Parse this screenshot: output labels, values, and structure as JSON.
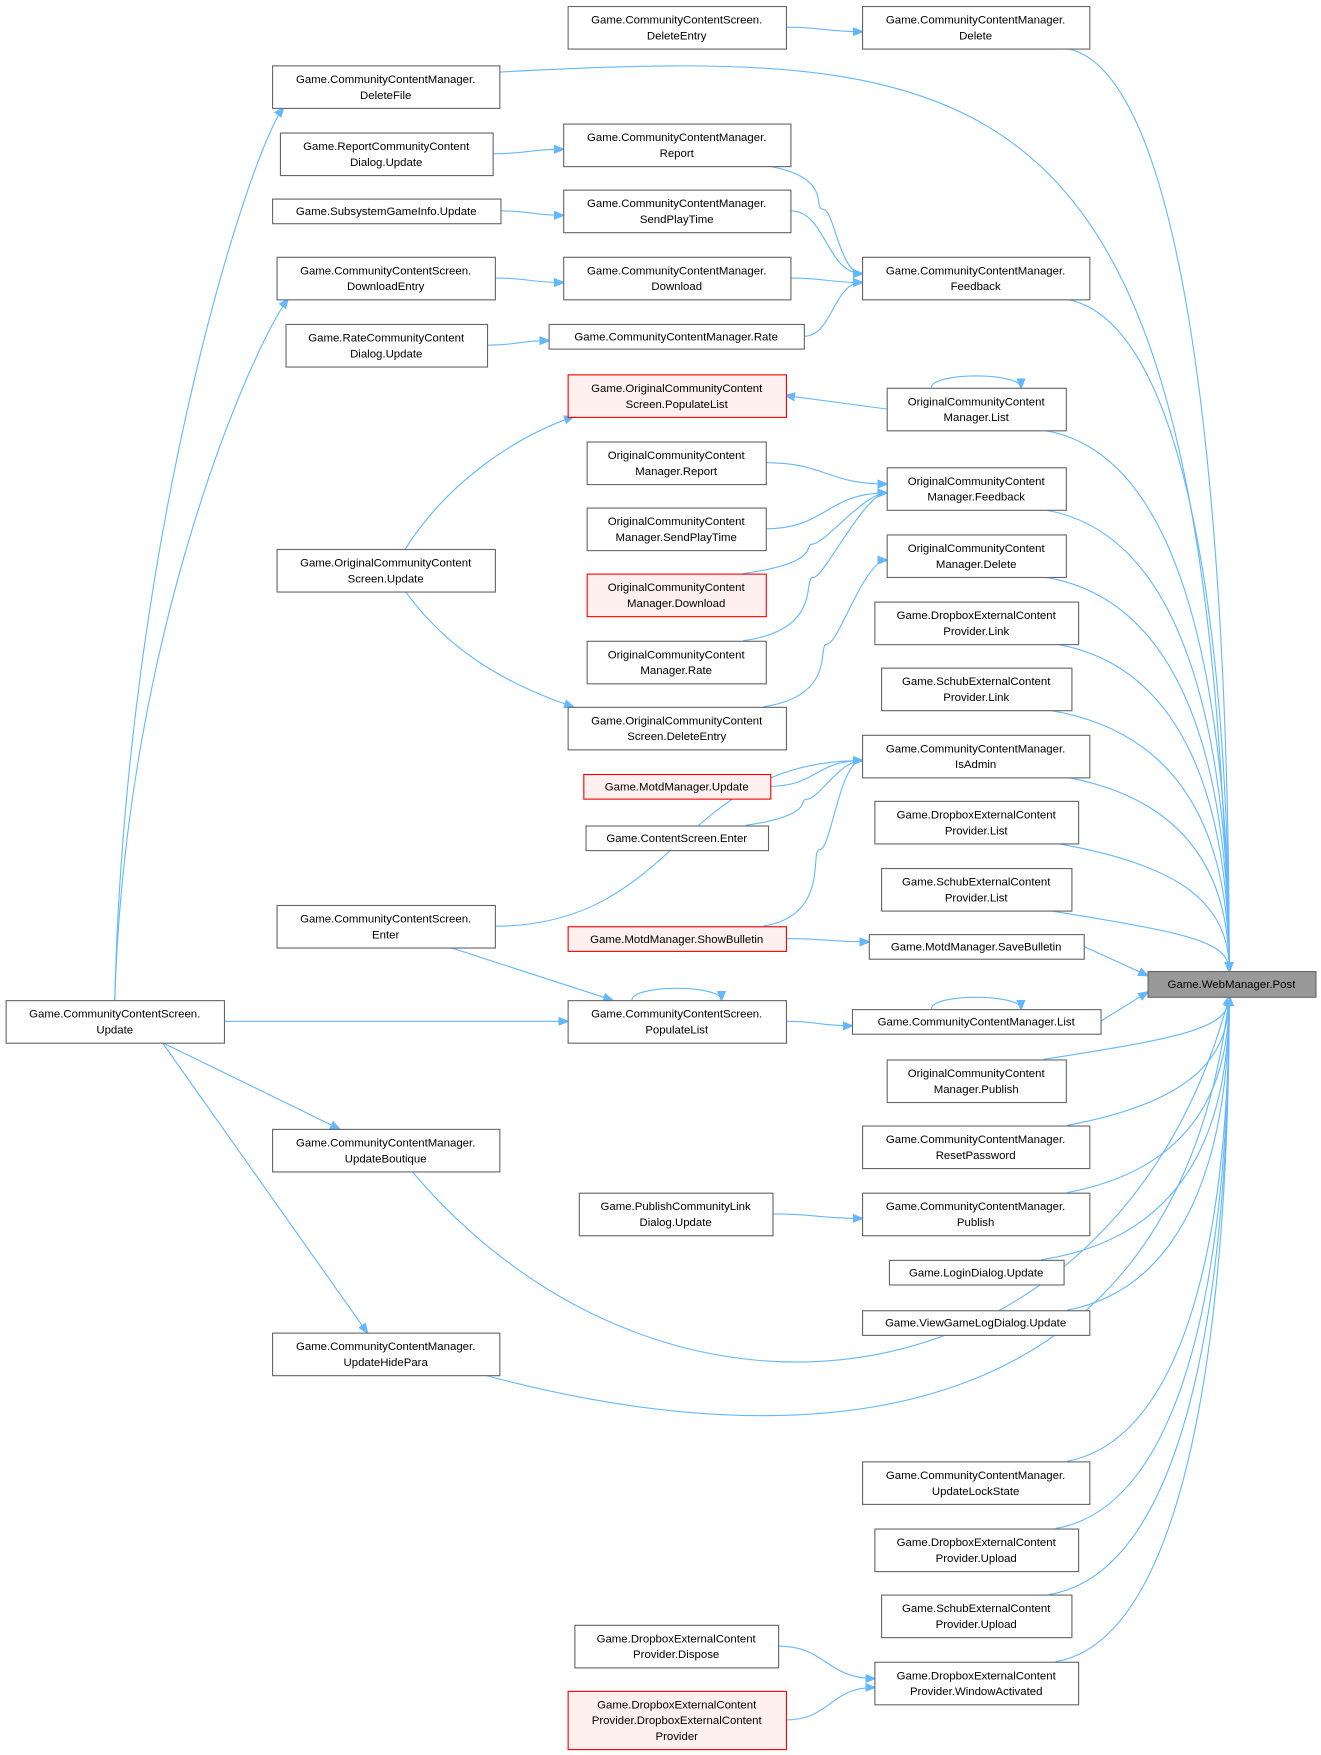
{
  "title": "Game.WebManager.Post caller graph",
  "colors": {
    "edge": "#63b8ff",
    "node_border": "#666666",
    "highlight_border": "#ff0000",
    "highlight_fill": "#fff0f0",
    "focus_fill": "#999999"
  },
  "nodes": [
    {
      "id": "n1",
      "lines": [
        "Game.CommunityContentScreen.",
        "DeleteEntry"
      ]
    },
    {
      "id": "n2",
      "lines": [
        "Game.CommunityContentManager.",
        "Delete"
      ]
    },
    {
      "id": "n3",
      "lines": [
        "Game.CommunityContentManager.",
        "DeleteFile"
      ]
    },
    {
      "id": "n4",
      "lines": [
        "Game.ReportCommunityContent",
        "Dialog.Update"
      ]
    },
    {
      "id": "n5",
      "lines": [
        "Game.CommunityContentManager.",
        "Report"
      ]
    },
    {
      "id": "n6",
      "lines": [
        "Game.SubsystemGameInfo.Update"
      ]
    },
    {
      "id": "n7",
      "lines": [
        "Game.CommunityContentManager.",
        "SendPlayTime"
      ]
    },
    {
      "id": "n8",
      "lines": [
        "Game.CommunityContentScreen.",
        "DownloadEntry"
      ]
    },
    {
      "id": "n9",
      "lines": [
        "Game.CommunityContentManager.",
        "Download"
      ]
    },
    {
      "id": "n10",
      "lines": [
        "Game.CommunityContentManager.",
        "Feedback"
      ]
    },
    {
      "id": "n11",
      "lines": [
        "Game.RateCommunityContent",
        "Dialog.Update"
      ]
    },
    {
      "id": "n12",
      "lines": [
        "Game.CommunityContentManager.Rate"
      ]
    },
    {
      "id": "n13",
      "lines": [
        "Game.OriginalCommunityContent",
        "Screen.PopulateList"
      ],
      "style": "highlight"
    },
    {
      "id": "n14",
      "lines": [
        "OriginalCommunityContent",
        "Manager.List"
      ]
    },
    {
      "id": "n15",
      "lines": [
        "OriginalCommunityContent",
        "Manager.Report"
      ]
    },
    {
      "id": "n16",
      "lines": [
        "OriginalCommunityContent",
        "Manager.Feedback"
      ]
    },
    {
      "id": "n17",
      "lines": [
        "OriginalCommunityContent",
        "Manager.SendPlayTime"
      ]
    },
    {
      "id": "n18",
      "lines": [
        "Game.OriginalCommunityContent",
        "Screen.Update"
      ]
    },
    {
      "id": "n19",
      "lines": [
        "OriginalCommunityContent",
        "Manager.Delete"
      ]
    },
    {
      "id": "n20",
      "lines": [
        "OriginalCommunityContent",
        "Manager.Download"
      ],
      "style": "highlight"
    },
    {
      "id": "n21",
      "lines": [
        "Game.DropboxExternalContent",
        "Provider.Link"
      ]
    },
    {
      "id": "n22",
      "lines": [
        "OriginalCommunityContent",
        "Manager.Rate"
      ]
    },
    {
      "id": "n23",
      "lines": [
        "Game.SchubExternalContent",
        "Provider.Link"
      ]
    },
    {
      "id": "n24",
      "lines": [
        "Game.OriginalCommunityContent",
        "Screen.DeleteEntry"
      ]
    },
    {
      "id": "n25",
      "lines": [
        "Game.CommunityContentManager.",
        "IsAdmin"
      ]
    },
    {
      "id": "n26",
      "lines": [
        "Game.MotdManager.Update"
      ],
      "style": "highlight"
    },
    {
      "id": "n27",
      "lines": [
        "Game.DropboxExternalContent",
        "Provider.List"
      ]
    },
    {
      "id": "n28",
      "lines": [
        "Game.ContentScreen.Enter"
      ]
    },
    {
      "id": "n29",
      "lines": [
        "Game.SchubExternalContent",
        "Provider.List"
      ]
    },
    {
      "id": "n30",
      "lines": [
        "Game.CommunityContentScreen.",
        "Enter"
      ]
    },
    {
      "id": "n31",
      "lines": [
        "Game.MotdManager.ShowBulletin"
      ],
      "style": "highlight"
    },
    {
      "id": "n32",
      "lines": [
        "Game.MotdManager.SaveBulletin"
      ]
    },
    {
      "id": "n33",
      "lines": [
        "Game.WebManager.Post"
      ],
      "style": "focus"
    },
    {
      "id": "n34",
      "lines": [
        "Game.CommunityContentScreen.",
        "Update"
      ]
    },
    {
      "id": "n35",
      "lines": [
        "Game.CommunityContentScreen.",
        "PopulateList"
      ]
    },
    {
      "id": "n36",
      "lines": [
        "Game.CommunityContentManager.List"
      ]
    },
    {
      "id": "n37",
      "lines": [
        "OriginalCommunityContent",
        "Manager.Publish"
      ]
    },
    {
      "id": "n38",
      "lines": [
        "Game.CommunityContentManager.",
        "UpdateBoutique"
      ]
    },
    {
      "id": "n39",
      "lines": [
        "Game.CommunityContentManager.",
        "ResetPassword"
      ]
    },
    {
      "id": "n40",
      "lines": [
        "Game.PublishCommunityLink",
        "Dialog.Update"
      ]
    },
    {
      "id": "n41",
      "lines": [
        "Game.CommunityContentManager.",
        "Publish"
      ]
    },
    {
      "id": "n42",
      "lines": [
        "Game.LoginDialog.Update"
      ]
    },
    {
      "id": "n43",
      "lines": [
        "Game.ViewGameLogDialog.Update"
      ]
    },
    {
      "id": "n44",
      "lines": [
        "Game.CommunityContentManager.",
        "UpdateHidePara"
      ]
    },
    {
      "id": "n45",
      "lines": [
        "Game.CommunityContentManager.",
        "UpdateLockState"
      ]
    },
    {
      "id": "n46",
      "lines": [
        "Game.DropboxExternalContent",
        "Provider.Upload"
      ]
    },
    {
      "id": "n47",
      "lines": [
        "Game.SchubExternalContent",
        "Provider.Upload"
      ]
    },
    {
      "id": "n48",
      "lines": [
        "Game.DropboxExternalContent",
        "Provider.Dispose"
      ]
    },
    {
      "id": "n49",
      "lines": [
        "Game.DropboxExternalContent",
        "Provider.WindowActivated"
      ]
    },
    {
      "id": "n50",
      "lines": [
        "Game.DropboxExternalContent",
        "Provider.DropboxExternalContent",
        "Provider"
      ],
      "style": "highlight"
    }
  ],
  "edges": [
    [
      "n1",
      "n2"
    ],
    [
      "n2",
      "n33"
    ],
    [
      "n3",
      "n33"
    ],
    [
      "n34",
      "n3"
    ],
    [
      "n4",
      "n5"
    ],
    [
      "n5",
      "n10"
    ],
    [
      "n6",
      "n7"
    ],
    [
      "n7",
      "n10"
    ],
    [
      "n8",
      "n9"
    ],
    [
      "n9",
      "n10"
    ],
    [
      "n34",
      "n8"
    ],
    [
      "n11",
      "n12"
    ],
    [
      "n12",
      "n10"
    ],
    [
      "n10",
      "n33"
    ],
    [
      "n18",
      "n13"
    ],
    [
      "n14",
      "n13"
    ],
    [
      "n14",
      "n14"
    ],
    [
      "n14",
      "n33"
    ],
    [
      "n15",
      "n16"
    ],
    [
      "n17",
      "n16"
    ],
    [
      "n20",
      "n16"
    ],
    [
      "n22",
      "n16"
    ],
    [
      "n16",
      "n33"
    ],
    [
      "n24",
      "n19"
    ],
    [
      "n19",
      "n33"
    ],
    [
      "n18",
      "n24"
    ],
    [
      "n21",
      "n33"
    ],
    [
      "n23",
      "n33"
    ],
    [
      "n26",
      "n25"
    ],
    [
      "n28",
      "n25"
    ],
    [
      "n30",
      "n25"
    ],
    [
      "n31",
      "n25"
    ],
    [
      "n25",
      "n33"
    ],
    [
      "n27",
      "n33"
    ],
    [
      "n29",
      "n33"
    ],
    [
      "n31",
      "n32"
    ],
    [
      "n32",
      "n33"
    ],
    [
      "n34",
      "n35"
    ],
    [
      "n30",
      "n35"
    ],
    [
      "n35",
      "n35"
    ],
    [
      "n35",
      "n36"
    ],
    [
      "n36",
      "n36"
    ],
    [
      "n36",
      "n33"
    ],
    [
      "n37",
      "n33"
    ],
    [
      "n34",
      "n38"
    ],
    [
      "n38",
      "n33"
    ],
    [
      "n39",
      "n33"
    ],
    [
      "n40",
      "n41"
    ],
    [
      "n41",
      "n33"
    ],
    [
      "n42",
      "n33"
    ],
    [
      "n43",
      "n33"
    ],
    [
      "n34",
      "n44"
    ],
    [
      "n44",
      "n33"
    ],
    [
      "n45",
      "n33"
    ],
    [
      "n46",
      "n33"
    ],
    [
      "n47",
      "n33"
    ],
    [
      "n48",
      "n49"
    ],
    [
      "n50",
      "n49"
    ],
    [
      "n49",
      "n33"
    ]
  ]
}
